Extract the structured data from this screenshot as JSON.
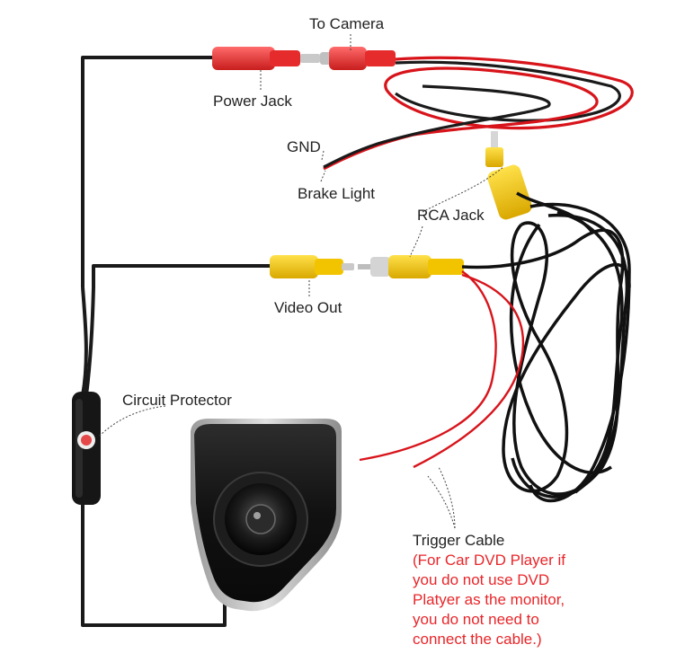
{
  "labels": {
    "to_camera": "To Camera",
    "power_jack": "Power Jack",
    "gnd": "GND",
    "brake_light": "Brake Light",
    "rca_jack": "RCA Jack",
    "video_out": "Video Out",
    "circuit_protector": "Circuit Protector",
    "trigger_cable": "Trigger Cable"
  },
  "trigger_note": {
    "lines": [
      "(For Car DVD Player if",
      "you do not use DVD",
      "Platyer as the monitor,",
      "you do not need to",
      "connect the cable.)"
    ]
  },
  "colors": {
    "cable": "#1a1a1a",
    "red_wire": "#d8141b",
    "rca_yellow": "#f2c400",
    "connector_red": "#e52b2b",
    "note_text": "#e8262a",
    "label_text": "#222222"
  }
}
